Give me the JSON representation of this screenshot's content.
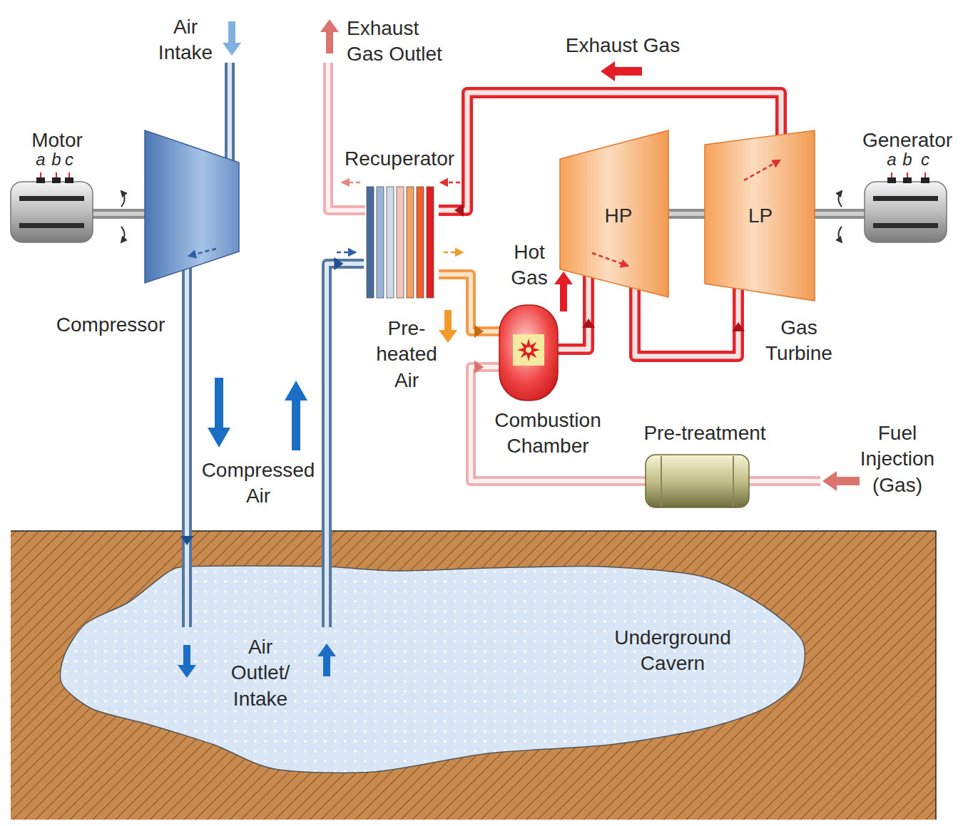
{
  "diagram": {
    "nodes": [
      {
        "text": [
          "Motor",
          "a",
          "b",
          "c"
        ]
      },
      {
        "text": [
          "Compressor"
        ]
      },
      {
        "text": [
          "Recuperator"
        ]
      },
      {
        "text": [
          "HP"
        ]
      },
      {
        "text": [
          "LP"
        ]
      },
      {
        "text": [
          "Generator",
          "a",
          "b",
          "c"
        ]
      },
      {
        "text": [
          "Combustion Chamber"
        ]
      },
      {
        "text": [
          "Pre-treatment"
        ]
      },
      {
        "text": [
          "Air Outlet/ Intake",
          "Underground Cavern"
        ]
      }
    ],
    "edges": [
      {
        "from": 1,
        "to": 8,
        "arrow": "to"
      },
      {
        "from": 8,
        "to": 2,
        "arrow": "to"
      },
      {
        "from": 2,
        "to": 6,
        "arrow": "to"
      },
      {
        "from": 6,
        "to": 3,
        "arrow": "to"
      },
      {
        "from": 3,
        "to": 4,
        "arrow": "to"
      },
      {
        "from": 4,
        "to": 2,
        "arrow": "to"
      },
      {
        "from": 7,
        "to": 6,
        "arrow": "to"
      },
      {
        "from": 0,
        "to": 1,
        "arrow": "none"
      },
      {
        "from": 3,
        "to": 4,
        "arrow": "none"
      },
      {
        "from": 4,
        "to": 5,
        "arrow": "none"
      }
    ],
    "labels": [
      "Air Intake",
      "Exhaust Gas Outlet",
      "Exhaust Gas",
      "Hot Gas",
      "Pre- heated Air",
      "Gas Turbine",
      "Compressed Air",
      "Fuel Injection (Gas)"
    ]
  }
}
